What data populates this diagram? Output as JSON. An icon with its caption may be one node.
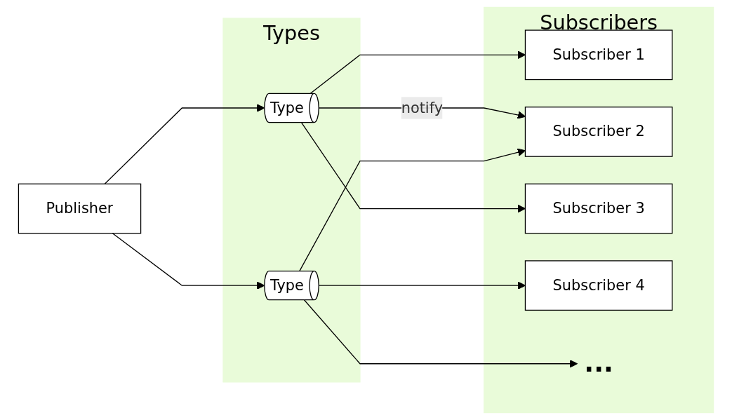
{
  "diagram": {
    "nodes": [
      {
        "text": [
          "Publisher"
        ]
      },
      {
        "text": [
          "Types"
        ]
      },
      {
        "text": [
          "Type"
        ],
        "in": 1
      },
      {
        "text": [
          "Type"
        ],
        "in": 1
      },
      {
        "text": [
          "Subscribers"
        ]
      },
      {
        "text": [
          "Subscriber 1"
        ],
        "in": 4
      },
      {
        "text": [
          "Subscriber 2"
        ],
        "in": 4
      },
      {
        "text": [
          "Subscriber 3"
        ],
        "in": 4
      },
      {
        "text": [
          "Subscriber 4"
        ],
        "in": 4
      },
      {
        "text": [
          "..."
        ],
        "in": 4
      }
    ],
    "edges": [
      {
        "from": 0,
        "to": 2,
        "arrow": "to"
      },
      {
        "from": 0,
        "to": 3,
        "arrow": "to"
      },
      {
        "from": 2,
        "to": 5,
        "arrow": "to"
      },
      {
        "from": 2,
        "to": 6,
        "arrow": "to",
        "label": "notify"
      },
      {
        "from": 2,
        "to": 7,
        "arrow": "to"
      },
      {
        "from": 3,
        "to": 6,
        "arrow": "to"
      },
      {
        "from": 3,
        "to": 8,
        "arrow": "to"
      },
      {
        "from": 3,
        "to": 9,
        "arrow": "to"
      }
    ]
  }
}
